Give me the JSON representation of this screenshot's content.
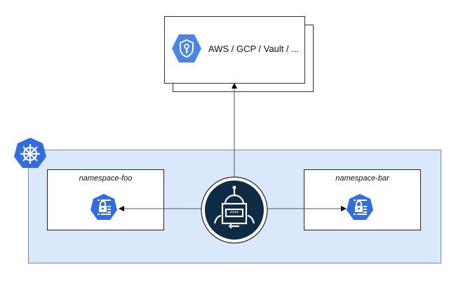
{
  "secret_provider": {
    "label": "AWS / GCP / Vault / ...",
    "icon": "secret-manager-shield-key-icon"
  },
  "cluster": {
    "icon": "kubernetes-helm-icon",
    "fill_color": "#dae8fc",
    "stroke_color": "#6c8ebf"
  },
  "namespaces": [
    {
      "label": "namespace-foo",
      "icon": "kubernetes-secret-icon"
    },
    {
      "label": "namespace-bar",
      "icon": "kubernetes-secret-icon"
    }
  ],
  "operator": {
    "icon": "robot-secret-operator-icon",
    "secret_mask": "****"
  },
  "colors": {
    "k8s_blue": "#326ce5",
    "gcp_blue": "#4285f4",
    "operator_navy": "#0d2b45"
  }
}
